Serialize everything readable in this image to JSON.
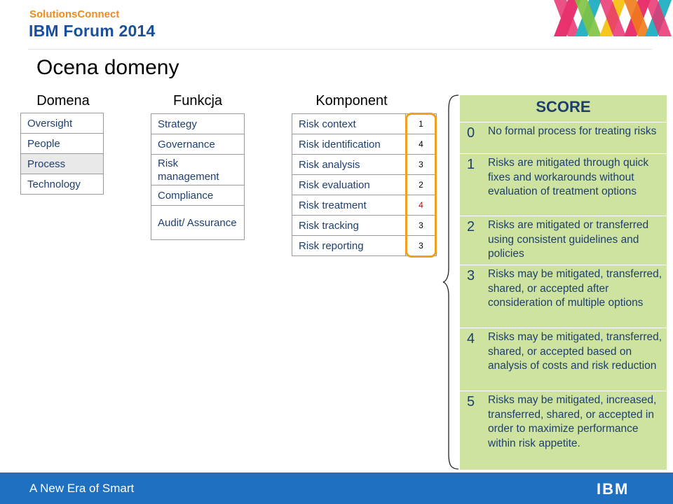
{
  "header": {
    "brand_top": "SolutionsConnect",
    "brand_main": "IBM Forum 2014"
  },
  "title": "Ocena domeny",
  "columns": {
    "domena": "Domena",
    "funkcja": "Funkcja",
    "komponent": "Komponent"
  },
  "domena_items": [
    "Oversight",
    "People",
    "Process",
    "Technology"
  ],
  "funkcja_items": [
    "Strategy",
    "Governance",
    "Risk management",
    "Compliance",
    "Audit/ Assurance"
  ],
  "komponent_items": [
    {
      "name": "Risk context",
      "score": "1"
    },
    {
      "name": "Risk identification",
      "score": "4"
    },
    {
      "name": "Risk analysis",
      "score": "3"
    },
    {
      "name": "Risk evaluation",
      "score": "2"
    },
    {
      "name": "Risk treatment",
      "score": "4"
    },
    {
      "name": "Risk tracking",
      "score": "3"
    },
    {
      "name": "Risk reporting",
      "score": "3"
    }
  ],
  "score": {
    "title": "SCORE",
    "levels": [
      {
        "num": "0",
        "text": "No formal process for treating risks"
      },
      {
        "num": "1",
        "text": "Risks are mitigated through quick fixes and workarounds without evaluation of treatment options"
      },
      {
        "num": "2",
        "text": "Risks are mitigated or transferred using consistent guidelines and policies"
      },
      {
        "num": "3",
        "text": "Risks may be mitigated, transferred, shared, or accepted after consideration of multiple options"
      },
      {
        "num": "4",
        "text": "Risks may be mitigated, transferred, shared, or accepted based on analysis of costs and risk reduction"
      },
      {
        "num": "5",
        "text": "Risks may be mitigated, increased, transferred, shared, or accepted in order to maximize performance within risk appetite."
      }
    ]
  },
  "footer": {
    "tagline": "A New Era of Smart",
    "logo": "IBM"
  },
  "colors": {
    "accent_orange": "#f0a020",
    "score_green": "#cfe3a0",
    "footer_blue": "#1f70c1",
    "text_navy": "#1e3f6e",
    "highlight_red": "#d10000"
  }
}
